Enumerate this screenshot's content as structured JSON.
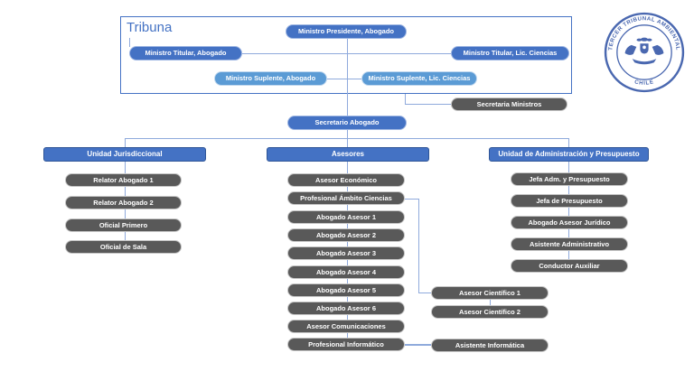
{
  "title": "Tribuna",
  "top_section": {
    "presidente": "Ministro Presidente, Abogado",
    "titular_abogado": "Ministro Titular, Abogado",
    "titular_ciencias": "Ministro Titular, Lic. Ciencias",
    "suplente_abogado": "Ministro Suplente, Abogado",
    "suplente_ciencias": "Ministro Suplente, Lic. Ciencias"
  },
  "secretaria_ministros": "Secretaria Ministros",
  "secretario_abogado": "Secretario Abogado",
  "columns": [
    {
      "header": "Unidad Jurisdiccional",
      "items": [
        "Relator Abogado 1",
        "Relator Abogado 2",
        "Oficial Primero",
        "Oficial de Sala"
      ]
    },
    {
      "header": "Asesores",
      "items": [
        "Asesor Económico",
        "Profesional Ámbito Ciencias",
        "Abogado Asesor 1",
        "Abogado Asesor 2",
        "Abogado Asesor 3",
        "Abogado Asesor 4",
        "Abogado Asesor 5",
        "Abogado Asesor 6",
        "Asesor Comunicaciones",
        "Profesional Informático"
      ]
    },
    {
      "header": "Unidad de Administración y Presupuesto",
      "items": [
        "Jefa Adm. y Presupuesto",
        "Jefa de Presupuesto",
        "Abogado Asesor Jurídico",
        "Asistente Administrativo",
        "Conductor Auxiliar"
      ]
    }
  ],
  "satellites": [
    "Asesor Científico 1",
    "Asesor Científico 2",
    "Asistente Informática"
  ],
  "logo": {
    "arc_text": "TERCER TRIBUNAL AMBIENTAL",
    "bottom_text": "CHILE"
  },
  "colors": {
    "dark_blue": "#4472C4",
    "light_blue": "#5B9BD5",
    "node_gray": "#595959",
    "connector_blue": "#8FAADC",
    "seal_blue": "#4A68B0"
  }
}
